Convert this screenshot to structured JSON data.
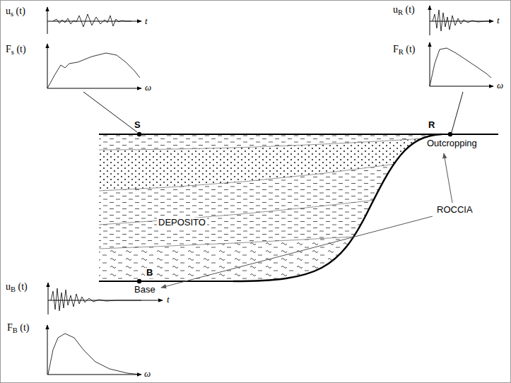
{
  "diagram": {
    "labels": [
      "us (t)",
      "t",
      "Fs (t)",
      "ω",
      "S",
      "uR (t)",
      "t",
      "FR (t)",
      "ω",
      "R",
      "Outcropping",
      "DEPOSITO",
      "ROCCIA",
      "B",
      "Base",
      "uB (t)",
      "t",
      "FB (t)",
      "ω"
    ]
  }
}
